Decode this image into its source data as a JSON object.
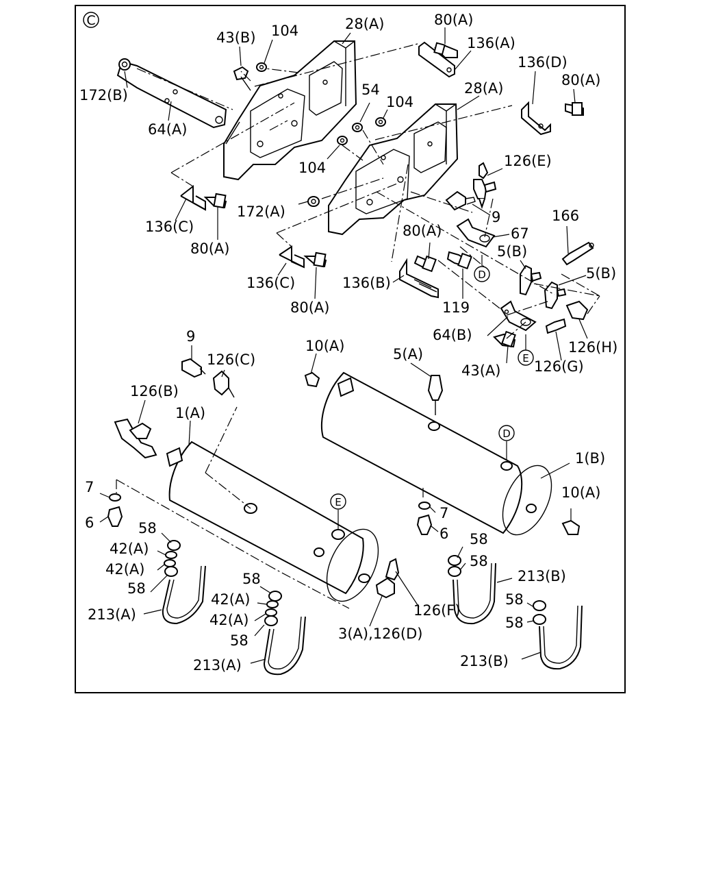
{
  "corner_mark": "C",
  "labels": {
    "l1": "43(B)",
    "l2": "104",
    "l3": "28(A)",
    "l4": "80(A)",
    "l5": "136(A)",
    "l6": "172(B)",
    "l7": "136(D)",
    "l8": "80(A)",
    "l9": "28(A)",
    "l10": "54",
    "l11": "104",
    "l12": "64(A)",
    "l13": "104",
    "l14": "126(E)",
    "l15": "172(A)",
    "l16": "136(C)",
    "l17": "80(A)",
    "l18": "9",
    "l19": "67",
    "l20": "166",
    "l21": "80(A)",
    "l22": "5(B)",
    "l23": "5(B)",
    "l24": "136(C)",
    "l25": "136(B)",
    "l26": "119",
    "l27": "80(A)",
    "l28": "64(B)",
    "l29": "126(H)",
    "l30": "43(A)",
    "l31": "126(G)",
    "l32": "9",
    "l33": "10(A)",
    "l34": "5(A)",
    "l35": "126(C)",
    "l36": "126(B)",
    "l37": "1(A)",
    "l38": "1(B)",
    "l39": "7",
    "l40": "10(A)",
    "l41": "7",
    "l42": "6",
    "l43": "6",
    "l44": "58",
    "l45": "58",
    "l46": "42(A)",
    "l47": "58",
    "l48": "213(B)",
    "l49": "42(A)",
    "l50": "58",
    "l51": "58",
    "l52": "42(A)",
    "l53": "58",
    "l54": "126(F)",
    "l55": "213(A)",
    "l56": "42(A)",
    "l57": "58",
    "l58": "3(A),126(D)",
    "l59": "213(B)",
    "l60": "213(A)"
  },
  "refs": {
    "d1": "D",
    "e1": "E",
    "d2": "D",
    "e2": "E"
  }
}
